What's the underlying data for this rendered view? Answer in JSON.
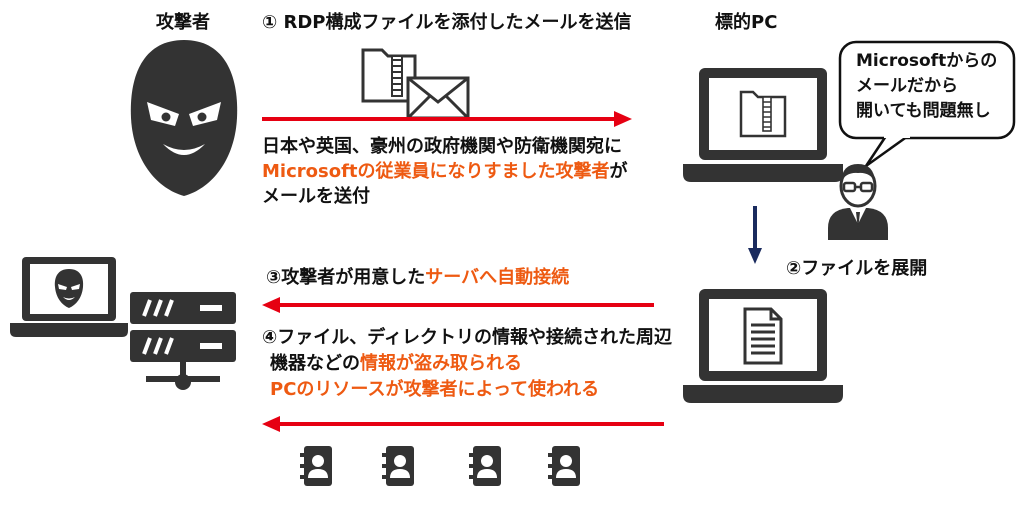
{
  "colors": {
    "accent_orange": "#ee5a12",
    "arrow_red": "#e60012",
    "arrow_navy": "#1a2b5e",
    "icon_dark": "#333333"
  },
  "labels": {
    "attacker": "攻撃者",
    "target_pc": "標的PC"
  },
  "step1": {
    "title": "① RDP構成ファイルを添付したメールを送信",
    "desc_line1": "日本や英国、豪州の政府機関や防衛機関宛に",
    "desc_line2_orange": "Microsoftの従業員になりすました攻撃者",
    "desc_line2_tail": "が",
    "desc_line3": "メールを送付"
  },
  "step2": {
    "title": "②ファイルを展開"
  },
  "step3": {
    "prefix": "③攻撃者が用意した",
    "orange": "サーバへ自動接続"
  },
  "step4": {
    "line1": "④ファイル、ディレクトリの情報や接続された周辺",
    "line2_prefix": "機器などの",
    "line2_orange": "情報が盗み取られる",
    "line3_orange": "PCのリソースが攻撃者によって使われる"
  },
  "speech_bubble": {
    "line1": "Microsoftからの",
    "line2": "メールだから",
    "line3": "開いても問題無し"
  },
  "icons": {
    "attacker": "masked-attacker-icon",
    "email": "envelope-icon",
    "zip": "zip-file-icon",
    "target_laptop": "laptop-icon",
    "user": "user-with-glasses-icon",
    "attacker_laptop": "attacker-laptop-icon",
    "server": "server-icon",
    "contacts": "contact-card-icon",
    "document": "document-icon"
  }
}
